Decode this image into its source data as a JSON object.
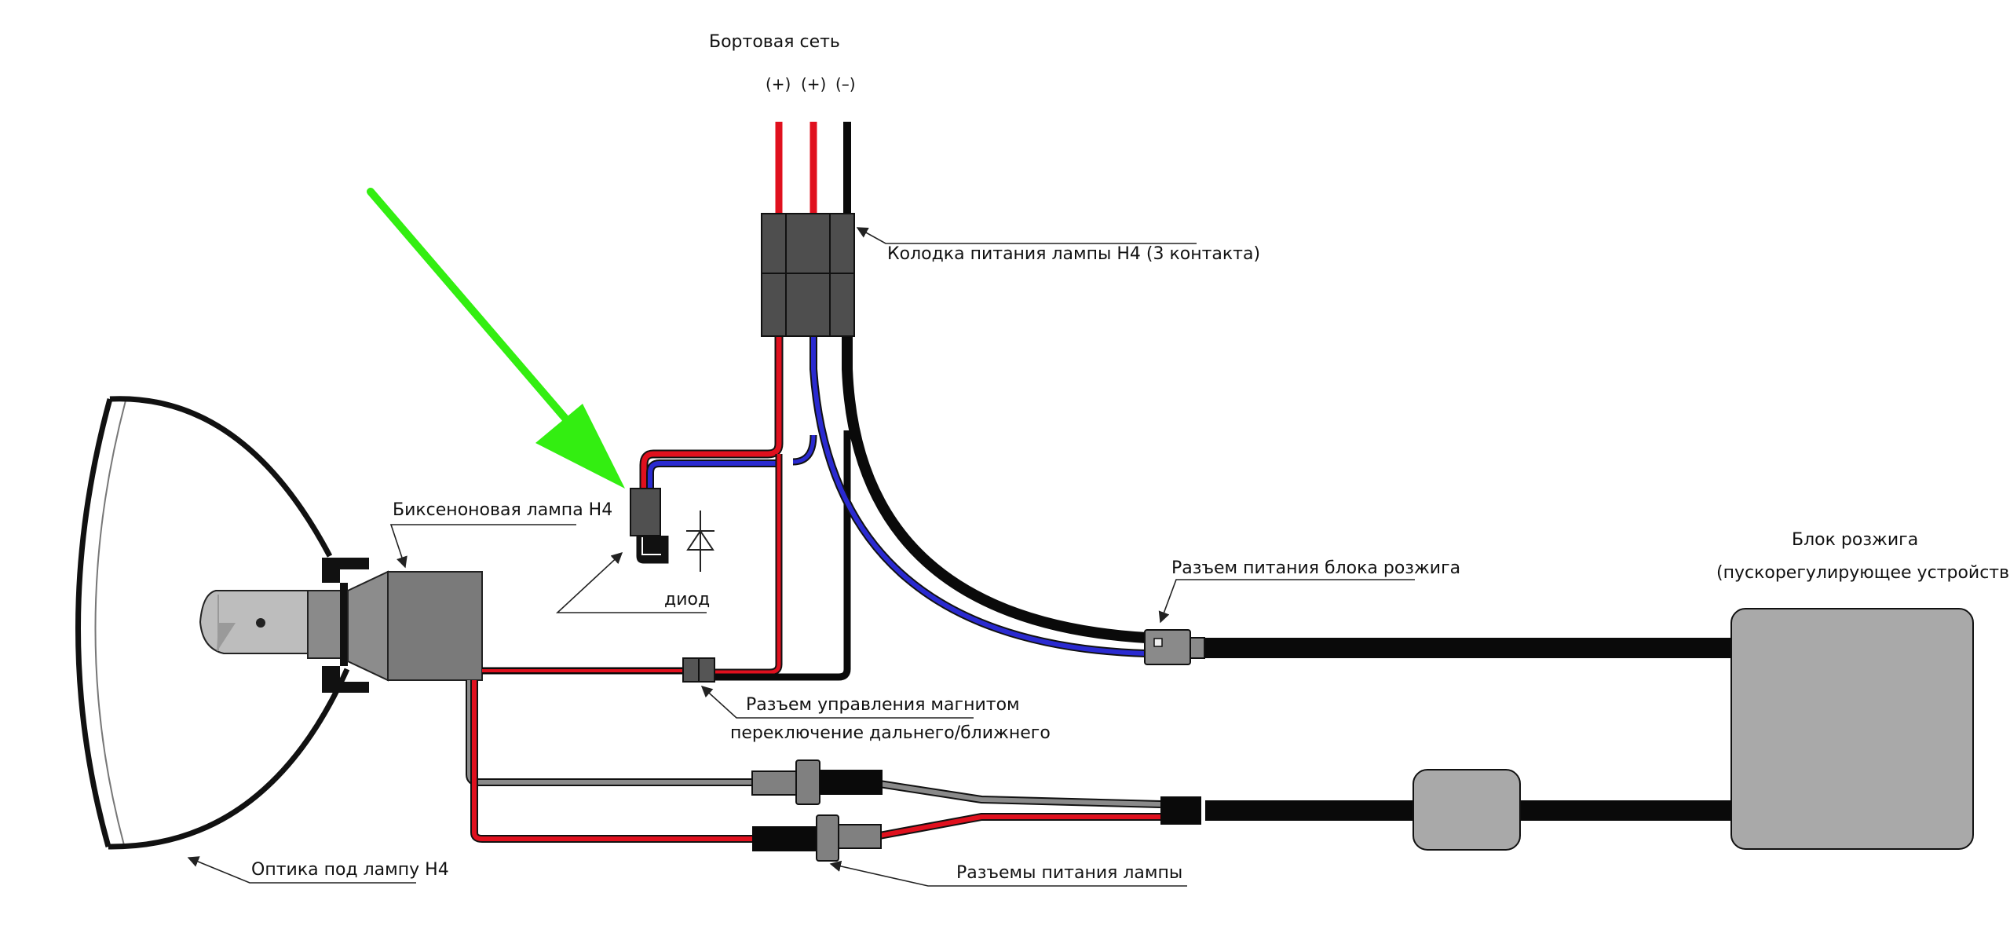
{
  "labels": {
    "supply_title": "Бортовая сеть",
    "pin1": "(+)",
    "pin2": "(+)",
    "pin3": "(–)",
    "connector_h4": "Колодка питания лампы H4 (3 контакта)",
    "lamp": "Биксеноновая лампа H4",
    "diode": "диод",
    "ignition_connector": "Разъем питания блока розжига",
    "ballast_title": "Блок розжига",
    "ballast_subtitle": "(пускорегулирующее устройство)",
    "magnet_connector": "Разъем управления магнитом",
    "magnet_note": "переключение дальнего/ближнего",
    "optics": "Оптика под лампу H4",
    "lamp_power": "Разъемы питания лампы"
  },
  "colors": {
    "wire_red": "#e0101e",
    "wire_blue": "#2a2ad0",
    "wire_black": "#0a0a0a",
    "wire_grey": "#808080",
    "component_dark": "#505050",
    "component_mid": "#7a7a7a",
    "ballast_fill": "#a9a9a9",
    "arrow_green": "#33ee11"
  }
}
